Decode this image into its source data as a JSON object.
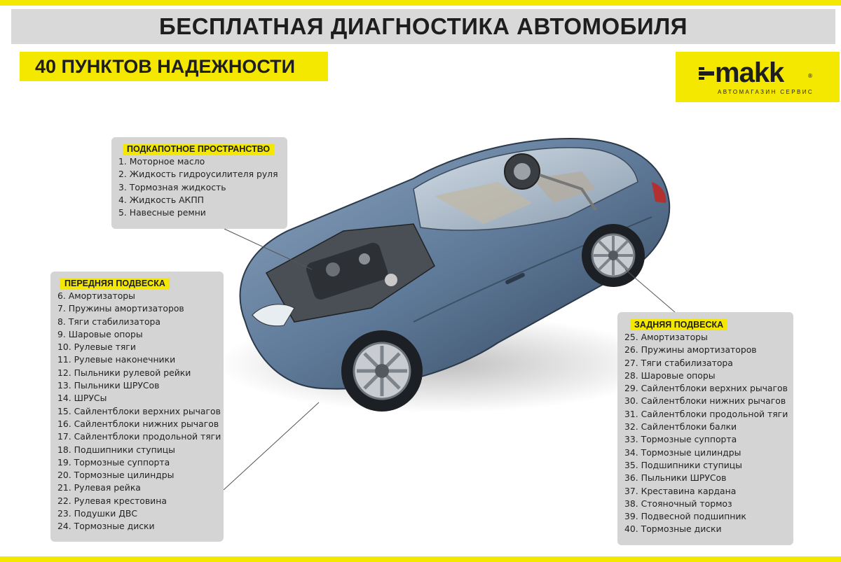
{
  "header": {
    "title": "БЕСПЛАТНАЯ ДИАГНОСТИКА АВТОМОБИЛЯ",
    "subtitle": "40 ПУНКТОВ НАДЕЖНОСТИ"
  },
  "logo": {
    "brand": "makk",
    "tagline": "АВТОМАГАЗИН   СЕРВИС",
    "mark": "®"
  },
  "colors": {
    "accent_yellow": "#f5e800",
    "panel_gray": "#d4d4d4",
    "title_gray": "#d9d9d9",
    "text_dark": "#1e1e1e",
    "car_body": "#5f7a99"
  },
  "sections": {
    "hood": {
      "heading": "ПОДКАПОТНОЕ ПРОСТРАНСТВО",
      "items": [
        "1. Моторное масло",
        "2. Жидкость гидроусилителя руля",
        "3. Тормозная жидкость",
        "4. Жидкость АКПП",
        "5. Навесные ремни"
      ]
    },
    "front": {
      "heading": "ПЕРЕДНЯЯ ПОДВЕСКА",
      "items": [
        "6. Амортизаторы",
        "7. Пружины амортизаторов",
        "8. Тяги стабилизатора",
        "9. Шаровые опоры",
        "10. Рулевые тяги",
        "11. Рулевые наконечники",
        "12. Пыльники рулевой рейки",
        "13. Пыльники ШРУСов",
        "14. ШРУСы",
        "15. Сайлентблоки верхних рычагов",
        "16. Сайлентблоки нижних рычагов",
        "17. Сайлентблоки продольной тяги",
        "18. Подшипники ступицы",
        "19. Тормозные суппорта",
        "20. Тормозные цилиндры",
        "21. Рулевая рейка",
        "22. Рулевая крестовина",
        "23. Подушки ДВС",
        "24. Тормозные диски"
      ]
    },
    "rear": {
      "heading": "ЗАДНЯЯ ПОДВЕСКА",
      "items": [
        "25. Амортизаторы",
        "26. Пружины амортизаторов",
        "27. Тяги стабилизатора",
        "28. Шаровые опоры",
        "29. Сайлентблоки верхних рычагов",
        "30. Сайлентблоки нижних рычагов",
        "31. Сайлентблоки продольной тяги",
        "32. Сайлентблоки балки",
        "33. Тормозные суппорта",
        "34. Тормозные цилиндры",
        "35. Подшипники ступицы",
        "36. Пыльники ШРУСов",
        "37. Креставина кардана",
        "38. Стояночный тормоз",
        "39. Подвесной подшипник",
        "40. Тормозные диски"
      ]
    }
  }
}
